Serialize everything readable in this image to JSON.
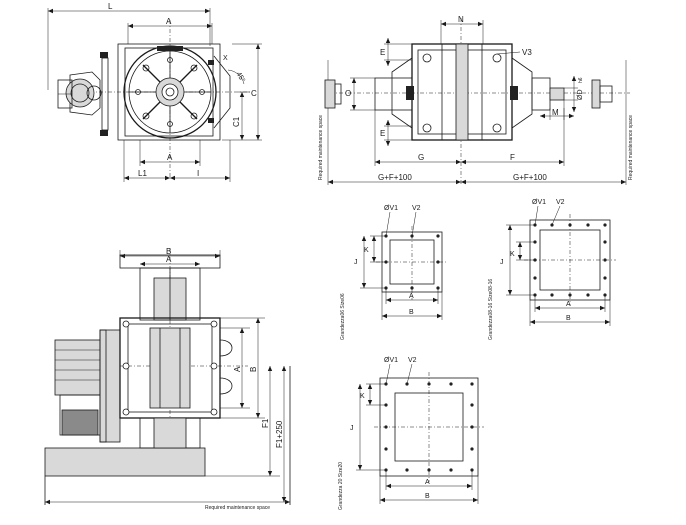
{
  "top_left_view": {
    "dims": {
      "L": "L",
      "A_top": "A",
      "X": "X",
      "angle": "45°",
      "C": "C",
      "C1": "C1",
      "A_bottom": "A",
      "L1": "L1",
      "I": "I"
    }
  },
  "top_right_view": {
    "dims": {
      "N": "N",
      "V3": "V3",
      "O": "O",
      "E_top": "E",
      "E_bottom": "E",
      "D": "ØD",
      "D_suffix": "h6",
      "M": "M",
      "G": "G",
      "F": "F",
      "GF1": "G+F+100",
      "GF2": "G+F+100"
    },
    "maintenance_left": "Required maintenance space",
    "maintenance_right": "Required maintenance space"
  },
  "side_view": {
    "dims": {
      "B": "B",
      "A_top": "A",
      "A_right": "A",
      "B_right": "B",
      "F1": "F1",
      "F1_250": "F1+250"
    },
    "maintenance_bottom": "Required maintenance space"
  },
  "flange_06": {
    "dims": {
      "V1": "ØV1",
      "V2": "V2",
      "K": "K",
      "J": "J",
      "A": "A",
      "B": "B"
    },
    "size_label": "Grandezza06 Size06"
  },
  "flange_08_16": {
    "dims": {
      "V1": "ØV1",
      "V2": "V2",
      "K": "K",
      "J": "J",
      "A": "A",
      "B": "B"
    },
    "size_label": "Grandezza08-16 Size08-16"
  },
  "flange_20": {
    "dims": {
      "V1": "ØV1",
      "V2": "V2",
      "K": "K",
      "J": "J",
      "A": "A",
      "B": "B"
    },
    "size_label": "Grandezza 20 Size20"
  }
}
